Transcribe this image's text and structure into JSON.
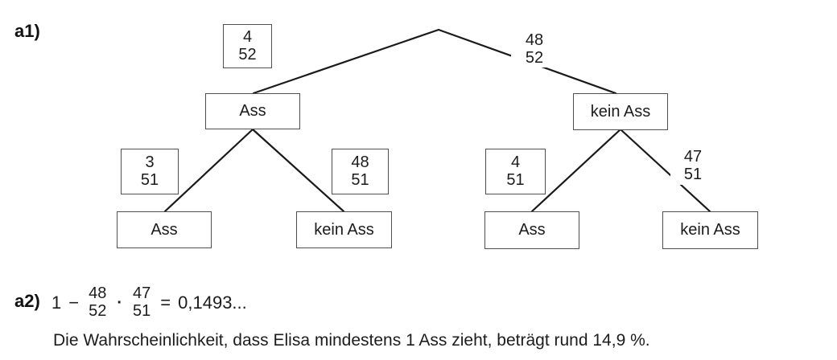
{
  "section_a1": {
    "label": "a1)"
  },
  "tree": {
    "root_branches": {
      "left_probability": {
        "num": "4",
        "den": "52"
      },
      "right_probability": {
        "num": "48",
        "den": "52"
      }
    },
    "level1_nodes": [
      {
        "label": "Ass"
      },
      {
        "label": "kein Ass"
      }
    ],
    "level2_probabilities": [
      {
        "num": "3",
        "den": "51"
      },
      {
        "num": "48",
        "den": "51"
      },
      {
        "num": "4",
        "den": "51"
      },
      {
        "num": "47",
        "den": "51"
      }
    ],
    "leaf_nodes": [
      {
        "label": "Ass"
      },
      {
        "label": "kein Ass"
      },
      {
        "label": "Ass"
      },
      {
        "label": "kein Ass"
      }
    ]
  },
  "section_a2": {
    "label": "a2)",
    "equation": {
      "term1": "1",
      "minus": "−",
      "fraction1": {
        "num": "48",
        "den": "52"
      },
      "dot": "·",
      "fraction2": {
        "num": "47",
        "den": "51"
      },
      "equals": "=",
      "result": "0,1493..."
    },
    "conclusion": "Die Wahrscheinlichkeit, dass Elisa mindestens 1 Ass zieht, beträgt rund 14,9 %."
  },
  "colors": {
    "background": "#ffffff",
    "line": "#1a1a1a",
    "box_border": "#4f4f4f",
    "text": "#1c1c1c"
  }
}
